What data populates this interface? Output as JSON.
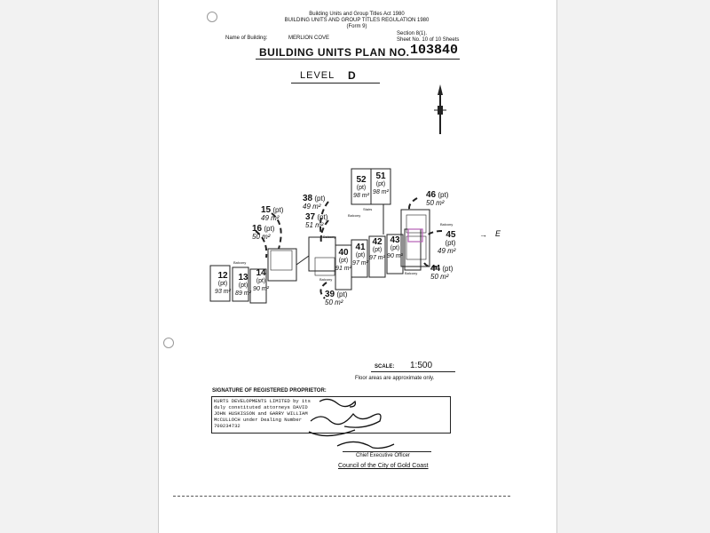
{
  "header": {
    "act": "Building Units and Group Titles Act 1980",
    "regulation": "BUILDING UNITS AND GROUP TITLES REGULATION 1980",
    "form": "(Form 9)",
    "building_label": "Name of Building:",
    "building_name": "MERLION COVE",
    "section": "Section 8(1).",
    "sheet": "Sheet No. 10 of 10 Sheets",
    "plan_title": "BUILDING UNITS PLAN NO.",
    "plan_number": "103840",
    "level_label": "LEVEL",
    "level_value": "D"
  },
  "units": [
    {
      "num": "12",
      "pt": "(pt)",
      "area": "93 m²"
    },
    {
      "num": "13",
      "pt": "(pt)",
      "area": "89 m²"
    },
    {
      "num": "14",
      "pt": "(pt)",
      "area": "90 m²"
    },
    {
      "num": "40",
      "pt": "(pt)",
      "area": "91 m²"
    },
    {
      "num": "41",
      "pt": "(pt)",
      "area": "97 m²"
    },
    {
      "num": "42",
      "pt": "(pt)",
      "area": "97 m²"
    },
    {
      "num": "43",
      "pt": "(pt)",
      "area": "90 m²"
    },
    {
      "num": "52",
      "pt": "(pt)",
      "area": "98 m²"
    },
    {
      "num": "51",
      "pt": "(pt)",
      "area": "98 m²"
    }
  ],
  "callouts": {
    "u15": {
      "num": "15",
      "pt": "(pt)",
      "area": "49 m²"
    },
    "u16": {
      "num": "16",
      "pt": "(pt)",
      "area": "50 m²"
    },
    "u38": {
      "num": "38",
      "pt": "(pt)",
      "area": "49 m²"
    },
    "u37": {
      "num": "37",
      "pt": "(pt)",
      "area": "51 m²"
    },
    "u46": {
      "num": "46",
      "pt": "(pt)",
      "area": "50 m²"
    },
    "u45": {
      "num": "45",
      "pt": "(pt)",
      "area": "49 m²"
    },
    "u44": {
      "num": "44",
      "pt": "(pt)",
      "area": "50 m²"
    },
    "u39": {
      "num": "39",
      "pt": "(pt)",
      "area": "50 m²"
    }
  },
  "drawing_labels": {
    "balcony": "Balcony",
    "stairs": "Stairs",
    "e_mark": "E"
  },
  "scale_label": "SCALE:",
  "scale_value": "1:500",
  "floor_note": "Floor areas are approximate only.",
  "signature": {
    "heading": "SIGNATURE OF REGISTERED PROPRIETOR:",
    "line1": "KURTS DEVELOPMENTS LIMITED by its",
    "line2": "duly constituted attorneys DAVID",
    "line3": "JOHN HUSKISSON and GARRY WILLIAM",
    "line4": "McCULLOCH under Dealing Number",
    "line5": "700234732",
    "officer": "Chief Executive Officer",
    "council": "Council of the City of Gold Coast"
  }
}
